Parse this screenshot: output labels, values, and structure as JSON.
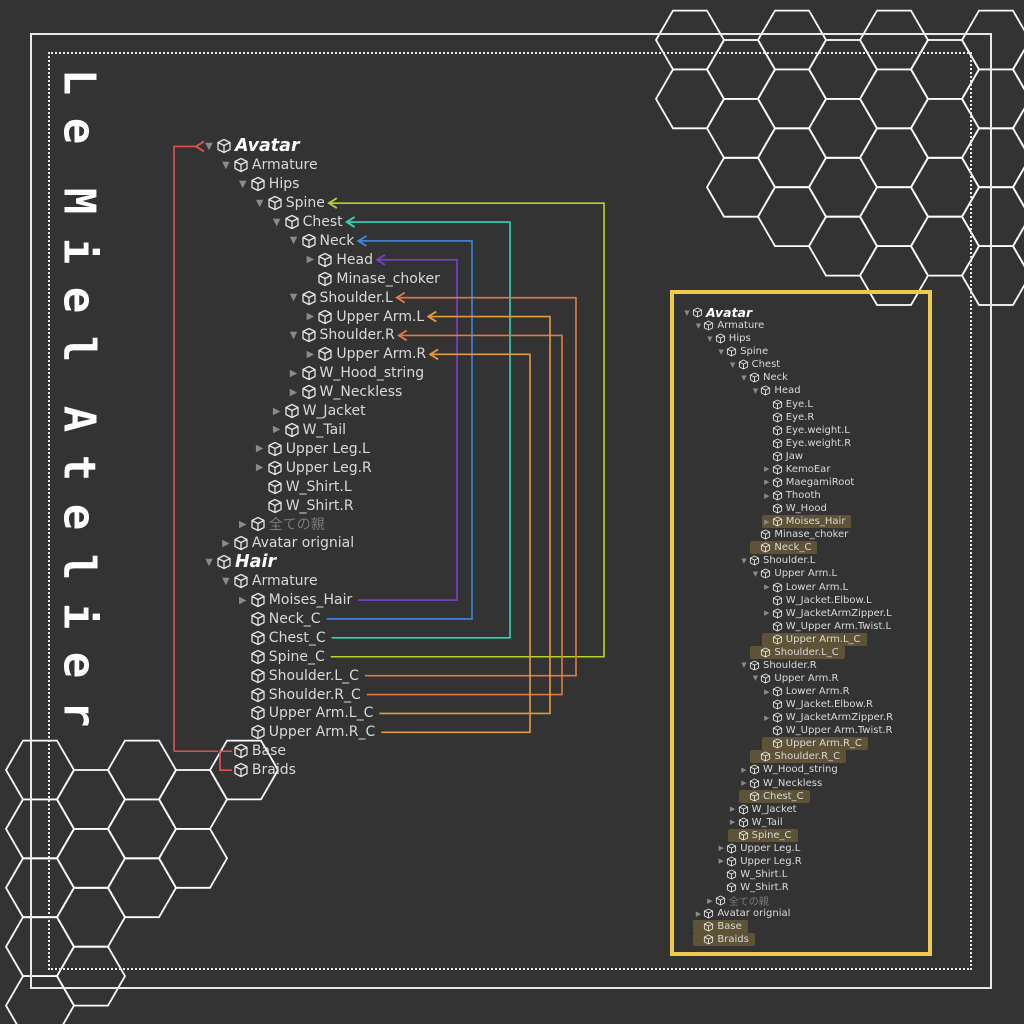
{
  "brand": {
    "text": "Le Miel Atelier"
  },
  "colors": {
    "red": "#e25050",
    "lime": "#b6d42c",
    "teal": "#2fd6b3",
    "blue": "#3f86e6",
    "purple": "#7a3fd0",
    "orange": "#e07a45",
    "orange2": "#e49a3e",
    "yellow": "#f0c84a"
  },
  "left_tree": [
    {
      "label": "Avatar",
      "depth": 0,
      "arrow": "down",
      "title": true
    },
    {
      "label": "Armature",
      "depth": 1,
      "arrow": "down"
    },
    {
      "label": "Hips",
      "depth": 2,
      "arrow": "down"
    },
    {
      "label": "Spine",
      "depth": 3,
      "arrow": "down"
    },
    {
      "label": "Chest",
      "depth": 4,
      "arrow": "down"
    },
    {
      "label": "Neck",
      "depth": 5,
      "arrow": "down"
    },
    {
      "label": "Head",
      "depth": 6,
      "arrow": "right"
    },
    {
      "label": "Minase_choker",
      "depth": 6,
      "arrow": "none"
    },
    {
      "label": "Shoulder.L",
      "depth": 5,
      "arrow": "down"
    },
    {
      "label": "Upper Arm.L",
      "depth": 6,
      "arrow": "right"
    },
    {
      "label": "Shoulder.R",
      "depth": 5,
      "arrow": "down"
    },
    {
      "label": "Upper Arm.R",
      "depth": 6,
      "arrow": "right"
    },
    {
      "label": "W_Hood_string",
      "depth": 5,
      "arrow": "right"
    },
    {
      "label": "W_Neckless",
      "depth": 5,
      "arrow": "right"
    },
    {
      "label": "W_Jacket",
      "depth": 4,
      "arrow": "right"
    },
    {
      "label": "W_Tail",
      "depth": 4,
      "arrow": "right"
    },
    {
      "label": "Upper Leg.L",
      "depth": 3,
      "arrow": "right"
    },
    {
      "label": "Upper Leg.R",
      "depth": 3,
      "arrow": "right"
    },
    {
      "label": "W_Shirt.L",
      "depth": 3,
      "arrow": "none"
    },
    {
      "label": "W_Shirt.R",
      "depth": 3,
      "arrow": "none"
    },
    {
      "label": "全ての親",
      "depth": 2,
      "arrow": "right",
      "dim": true
    },
    {
      "label": "Avatar orignial",
      "depth": 1,
      "arrow": "right"
    },
    {
      "label": "Hair",
      "depth": 0,
      "arrow": "down",
      "title": true
    },
    {
      "label": "Armature",
      "depth": 1,
      "arrow": "down"
    },
    {
      "label": "Moises_Hair",
      "depth": 2,
      "arrow": "right"
    },
    {
      "label": "Neck_C",
      "depth": 2,
      "arrow": "none"
    },
    {
      "label": "Chest_C",
      "depth": 2,
      "arrow": "none"
    },
    {
      "label": "Spine_C",
      "depth": 2,
      "arrow": "none"
    },
    {
      "label": "Shoulder.L_C",
      "depth": 2,
      "arrow": "none"
    },
    {
      "label": "Shoulder.R_C",
      "depth": 2,
      "arrow": "none"
    },
    {
      "label": "Upper Arm.L_C",
      "depth": 2,
      "arrow": "none"
    },
    {
      "label": "Upper Arm.R_C",
      "depth": 2,
      "arrow": "none"
    },
    {
      "label": "Base",
      "depth": 1,
      "arrow": "none"
    },
    {
      "label": "Braids",
      "depth": 1,
      "arrow": "none"
    }
  ],
  "right_tree": [
    {
      "label": "Avatar",
      "depth": 0,
      "arrow": "down",
      "title": true
    },
    {
      "label": "Armature",
      "depth": 1,
      "arrow": "down"
    },
    {
      "label": "Hips",
      "depth": 2,
      "arrow": "down"
    },
    {
      "label": "Spine",
      "depth": 3,
      "arrow": "down"
    },
    {
      "label": "Chest",
      "depth": 4,
      "arrow": "down"
    },
    {
      "label": "Neck",
      "depth": 5,
      "arrow": "down"
    },
    {
      "label": "Head",
      "depth": 6,
      "arrow": "down"
    },
    {
      "label": "Eye.L",
      "depth": 7,
      "arrow": "none"
    },
    {
      "label": "Eye.R",
      "depth": 7,
      "arrow": "none"
    },
    {
      "label": "Eye.weight.L",
      "depth": 7,
      "arrow": "none"
    },
    {
      "label": "Eye.weight.R",
      "depth": 7,
      "arrow": "none"
    },
    {
      "label": "Jaw",
      "depth": 7,
      "arrow": "none"
    },
    {
      "label": "KemoEar",
      "depth": 7,
      "arrow": "right"
    },
    {
      "label": "MaegamiRoot",
      "depth": 7,
      "arrow": "right"
    },
    {
      "label": "Thooth",
      "depth": 7,
      "arrow": "right"
    },
    {
      "label": "W_Hood",
      "depth": 7,
      "arrow": "none"
    },
    {
      "label": "Moises_Hair",
      "depth": 7,
      "arrow": "right",
      "hl": true
    },
    {
      "label": "Minase_choker",
      "depth": 6,
      "arrow": "none"
    },
    {
      "label": "Neck_C",
      "depth": 6,
      "arrow": "none",
      "hl": true
    },
    {
      "label": "Shoulder.L",
      "depth": 5,
      "arrow": "down"
    },
    {
      "label": "Upper Arm.L",
      "depth": 6,
      "arrow": "down"
    },
    {
      "label": "Lower Arm.L",
      "depth": 7,
      "arrow": "right"
    },
    {
      "label": "W_Jacket.Elbow.L",
      "depth": 7,
      "arrow": "none"
    },
    {
      "label": "W_JacketArmZipper.L",
      "depth": 7,
      "arrow": "right"
    },
    {
      "label": "W_Upper Arm.Twist.L",
      "depth": 7,
      "arrow": "none"
    },
    {
      "label": "Upper Arm.L_C",
      "depth": 7,
      "arrow": "none",
      "hl": true
    },
    {
      "label": "Shoulder.L_C",
      "depth": 6,
      "arrow": "none",
      "hl": true
    },
    {
      "label": "Shoulder.R",
      "depth": 5,
      "arrow": "down"
    },
    {
      "label": "Upper Arm.R",
      "depth": 6,
      "arrow": "down"
    },
    {
      "label": "Lower Arm.R",
      "depth": 7,
      "arrow": "right"
    },
    {
      "label": "W_Jacket.Elbow.R",
      "depth": 7,
      "arrow": "none"
    },
    {
      "label": "W_JacketArmZipper.R",
      "depth": 7,
      "arrow": "right"
    },
    {
      "label": "W_Upper Arm.Twist.R",
      "depth": 7,
      "arrow": "none"
    },
    {
      "label": "Upper Arm.R_C",
      "depth": 7,
      "arrow": "none",
      "hl": true
    },
    {
      "label": "Shoulder.R_C",
      "depth": 6,
      "arrow": "none",
      "hl": true
    },
    {
      "label": "W_Hood_string",
      "depth": 5,
      "arrow": "right"
    },
    {
      "label": "W_Neckless",
      "depth": 5,
      "arrow": "right"
    },
    {
      "label": "Chest_C",
      "depth": 5,
      "arrow": "none",
      "hl": true
    },
    {
      "label": "W_Jacket",
      "depth": 4,
      "arrow": "right"
    },
    {
      "label": "W_Tail",
      "depth": 4,
      "arrow": "right"
    },
    {
      "label": "Spine_C",
      "depth": 4,
      "arrow": "none",
      "hl": true
    },
    {
      "label": "Upper Leg.L",
      "depth": 3,
      "arrow": "right"
    },
    {
      "label": "Upper Leg.R",
      "depth": 3,
      "arrow": "right"
    },
    {
      "label": "W_Shirt.L",
      "depth": 3,
      "arrow": "none"
    },
    {
      "label": "W_Shirt.R",
      "depth": 3,
      "arrow": "none"
    },
    {
      "label": "全ての親",
      "depth": 2,
      "arrow": "right",
      "dim": true
    },
    {
      "label": "Avatar orignial",
      "depth": 1,
      "arrow": "right"
    },
    {
      "label": "Base",
      "depth": 1,
      "arrow": "none",
      "hl": true
    },
    {
      "label": "Braids",
      "depth": 1,
      "arrow": "none",
      "hl": true
    }
  ],
  "links": [
    {
      "from": "Spine_C",
      "to": "Spine",
      "color": "lime"
    },
    {
      "from": "Chest_C",
      "to": "Chest",
      "color": "teal"
    },
    {
      "from": "Neck_C",
      "to": "Neck",
      "color": "blue"
    },
    {
      "from": "Moises_Hair",
      "to": "Head",
      "color": "purple"
    },
    {
      "from": "Shoulder.L_C",
      "to": "Shoulder.L",
      "color": "orange"
    },
    {
      "from": "Shoulder.R_C",
      "to": "Shoulder.R",
      "color": "orange"
    },
    {
      "from": "Upper Arm.L_C",
      "to": "Upper Arm.L",
      "color": "orange2"
    },
    {
      "from": "Upper Arm.R_C",
      "to": "Upper Arm.R",
      "color": "orange2"
    }
  ]
}
